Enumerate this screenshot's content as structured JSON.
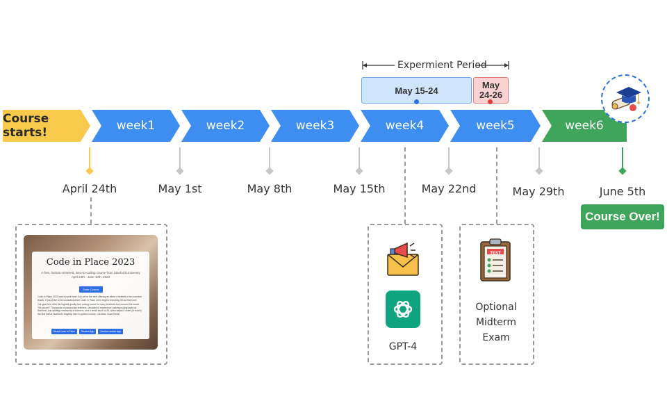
{
  "timeline": {
    "start_label": "Course starts!",
    "weeks": [
      "week1",
      "week2",
      "week3",
      "week4",
      "week5",
      "week6"
    ]
  },
  "dates": [
    "April 24th",
    "May 1st",
    "May 8th",
    "May 15th",
    "May 22nd",
    "May 29th",
    "June 5th"
  ],
  "experiment": {
    "period_label": "Expermient Period",
    "main_range": "May 15-24",
    "midterm_range_line1": "May",
    "midterm_range_line2": "24-26"
  },
  "course_over_label": "Course Over!",
  "gpt_label": "GPT-4",
  "exam_label_line1": "Optional",
  "exam_label_line2": "Midterm Exam",
  "screenshot": {
    "title": "Code in Place 2023",
    "subtitle": "A free, human-centered, intro-to-coding course from Stanford University",
    "dates": "April 24th - June 10th, 2023",
    "button": "Enter Course",
    "para1": "Code in Place 2023 was a joyful time! Join us for the next offering as either a student or as a section leader. If you'd like to be contacted when Code in Place 2024 begins recruiting, fill out this form!",
    "para2": "Our goal is to offer the highest quality free coding course to many students from around the world. The secret? Thousands of passionate teachers, decades of experience making coding joyful at Stanford, our uplifting community of learners, and a small touch of AI, when helpful. Learn (or teach) the first half of Stanford's flagship intro to python course, CS106A. Good times!",
    "btn_about": "About Code in Place",
    "btn_student": "Student App",
    "btn_leader": "Section Leader App"
  },
  "colors": {
    "week_blue": "#3d8ef0",
    "week_green": "#3ea55a",
    "start_yellow": "#f8c94a",
    "experiment_fill": "#cfe5fb",
    "midterm_fill": "#fbd2d2"
  }
}
